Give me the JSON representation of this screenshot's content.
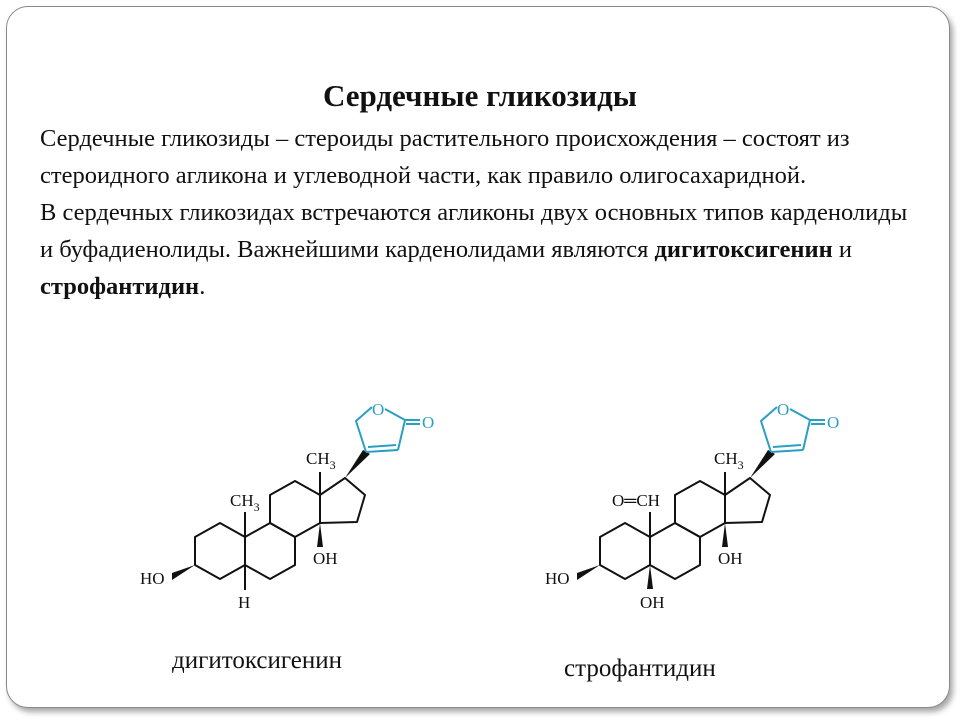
{
  "slide": {
    "title": "Сердечные гликозиды",
    "paragraph1": "Сердечные гликозиды – стероиды растительного происхождения – состоят из стероидного агликона и углеводной части, как правило олигосахаридной.",
    "paragraph2_text": "В сердечных гликозидах встречаются агликоны двух основных типов карденолиды и буфадиенолиды. Важнейшими карденолидами являются ",
    "paragraph2_bold1": "дигитоксигенин",
    "paragraph2_and": " и ",
    "paragraph2_bold2": "строфантидин",
    "paragraph2_end": "."
  },
  "structure1": {
    "caption": "дигитоксигенин",
    "labels": {
      "ch3_top": "CH3",
      "ch3_mid": "CH3",
      "oh": "OH",
      "ho": "HO",
      "h": "H",
      "ring_o": "O",
      "carbonyl_o": "O"
    }
  },
  "structure2": {
    "caption": "строфантидин",
    "labels": {
      "ch3_top": "CH3",
      "cho": "O═CH",
      "oh": "OH",
      "ho": "HO",
      "oh_bottom": "OH",
      "ring_o": "O",
      "carbonyl_o": "O"
    }
  },
  "colors": {
    "lactone": "#2a9fc2",
    "bond": "#111111",
    "frame": "#8a8a8a"
  }
}
